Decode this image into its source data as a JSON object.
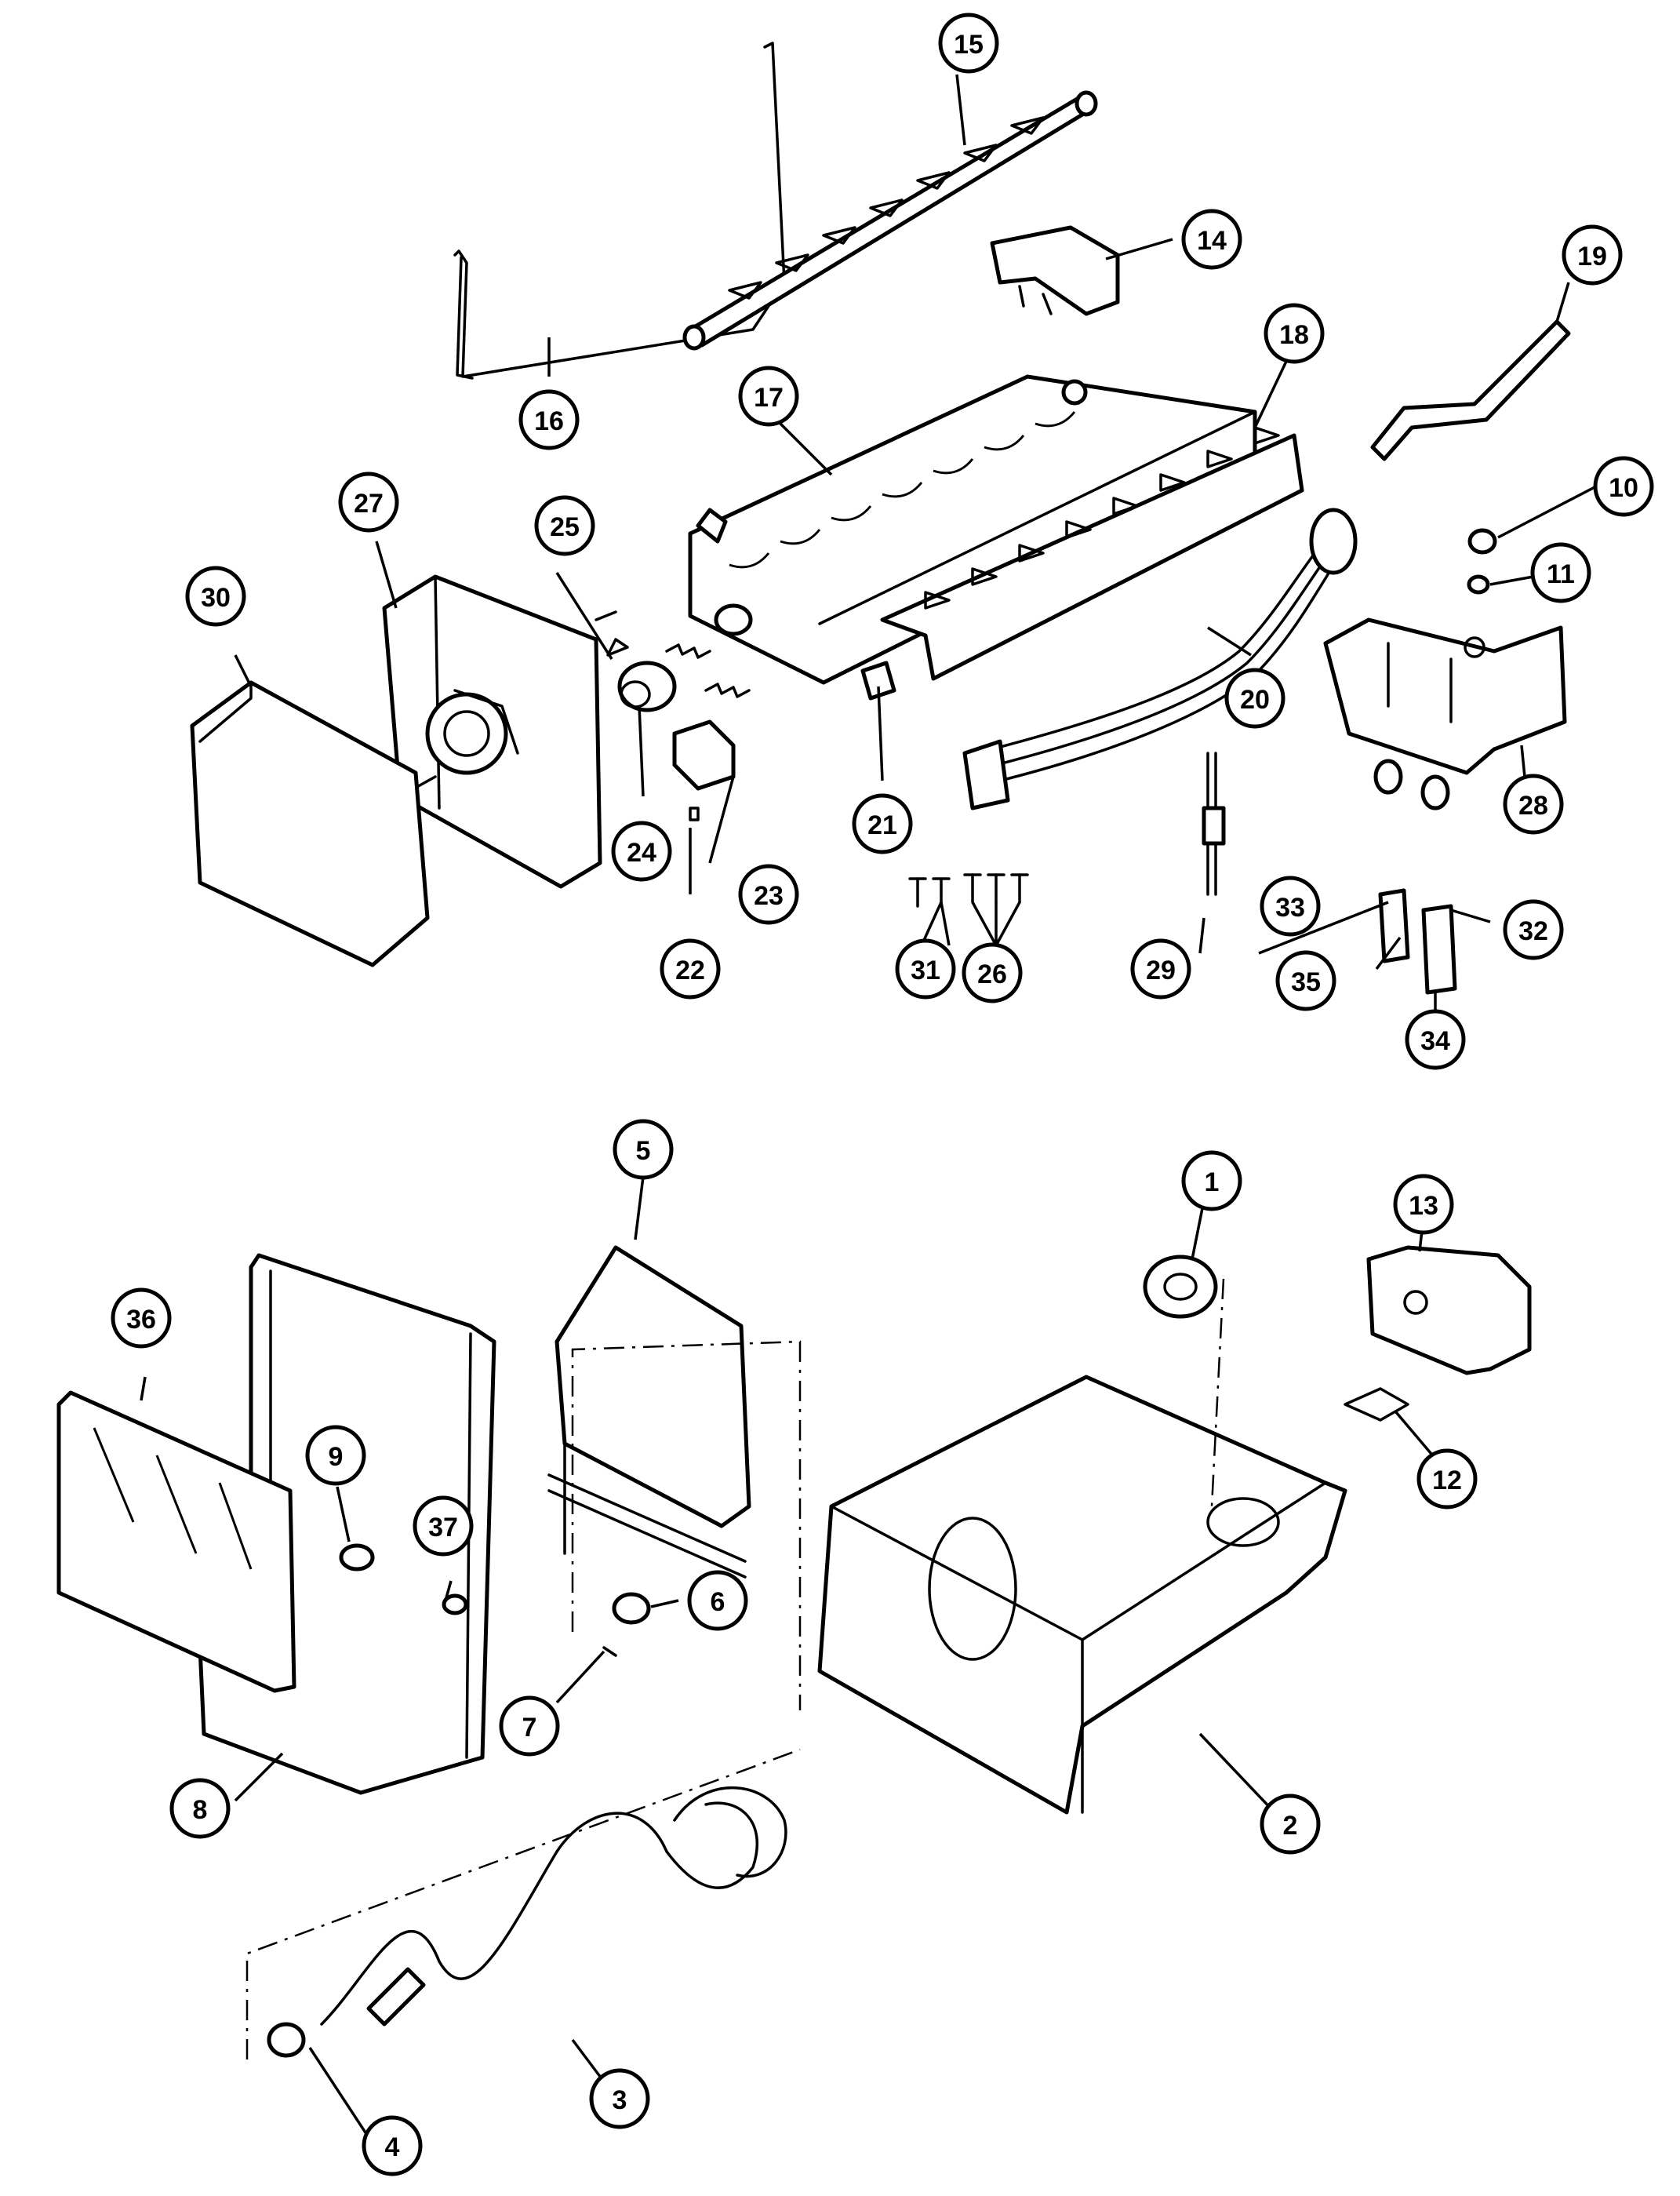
{
  "diagram": {
    "callouts": [
      {
        "id": "c1",
        "label": "1"
      },
      {
        "id": "c2",
        "label": "2"
      },
      {
        "id": "c3",
        "label": "3"
      },
      {
        "id": "c4",
        "label": "4"
      },
      {
        "id": "c5",
        "label": "5"
      },
      {
        "id": "c6",
        "label": "6"
      },
      {
        "id": "c7",
        "label": "7"
      },
      {
        "id": "c8",
        "label": "8"
      },
      {
        "id": "c9",
        "label": "9"
      },
      {
        "id": "c10",
        "label": "10"
      },
      {
        "id": "c11",
        "label": "11"
      },
      {
        "id": "c12",
        "label": "12"
      },
      {
        "id": "c13",
        "label": "13"
      },
      {
        "id": "c14",
        "label": "14"
      },
      {
        "id": "c15",
        "label": "15"
      },
      {
        "id": "c16",
        "label": "16"
      },
      {
        "id": "c17",
        "label": "17"
      },
      {
        "id": "c18",
        "label": "18"
      },
      {
        "id": "c19",
        "label": "19"
      },
      {
        "id": "c20",
        "label": "20"
      },
      {
        "id": "c21",
        "label": "21"
      },
      {
        "id": "c22",
        "label": "22"
      },
      {
        "id": "c23",
        "label": "23"
      },
      {
        "id": "c24",
        "label": "24"
      },
      {
        "id": "c25",
        "label": "25"
      },
      {
        "id": "c26",
        "label": "26"
      },
      {
        "id": "c27",
        "label": "27"
      },
      {
        "id": "c28",
        "label": "28"
      },
      {
        "id": "c29",
        "label": "29"
      },
      {
        "id": "c30",
        "label": "30"
      },
      {
        "id": "c31",
        "label": "31"
      },
      {
        "id": "c32",
        "label": "32"
      },
      {
        "id": "c33",
        "label": "33"
      },
      {
        "id": "c34",
        "label": "34"
      },
      {
        "id": "c35",
        "label": "35"
      },
      {
        "id": "c36",
        "label": "36"
      },
      {
        "id": "c37",
        "label": "37"
      }
    ]
  }
}
